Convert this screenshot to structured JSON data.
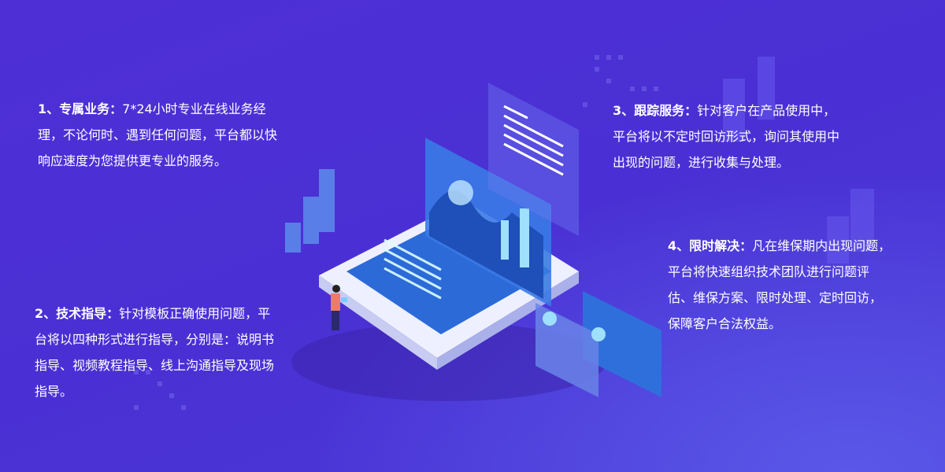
{
  "services": [
    {
      "title": "1、专属业务：",
      "lines": [
        "7*24小时专业在线业务经",
        "理，不论何时、遇到任何问题，平台都以快",
        "响应速度为您提供更专业的服务。"
      ]
    },
    {
      "title": "2、技术指导：",
      "lines": [
        "针对模板正确使用问题，平",
        "台将以四种形式进行指导，分别是：说明书",
        "指导、视频教程指导、线上沟通指导及现场",
        "指导。"
      ]
    },
    {
      "title": "3、跟踪服务：",
      "lines": [
        "针对客户在产品使用中，",
        "平台将以不定时回访形式，询问其使用中",
        "出现的问题，进行收集与处理。"
      ]
    },
    {
      "title": "4、限时解决：",
      "lines": [
        "凡在维保期内出现问题，",
        "平台将快速组织技术团队进行问题评",
        "估、维保方案、限时处理、定时回访，",
        "保障客户合法权益。"
      ]
    }
  ]
}
